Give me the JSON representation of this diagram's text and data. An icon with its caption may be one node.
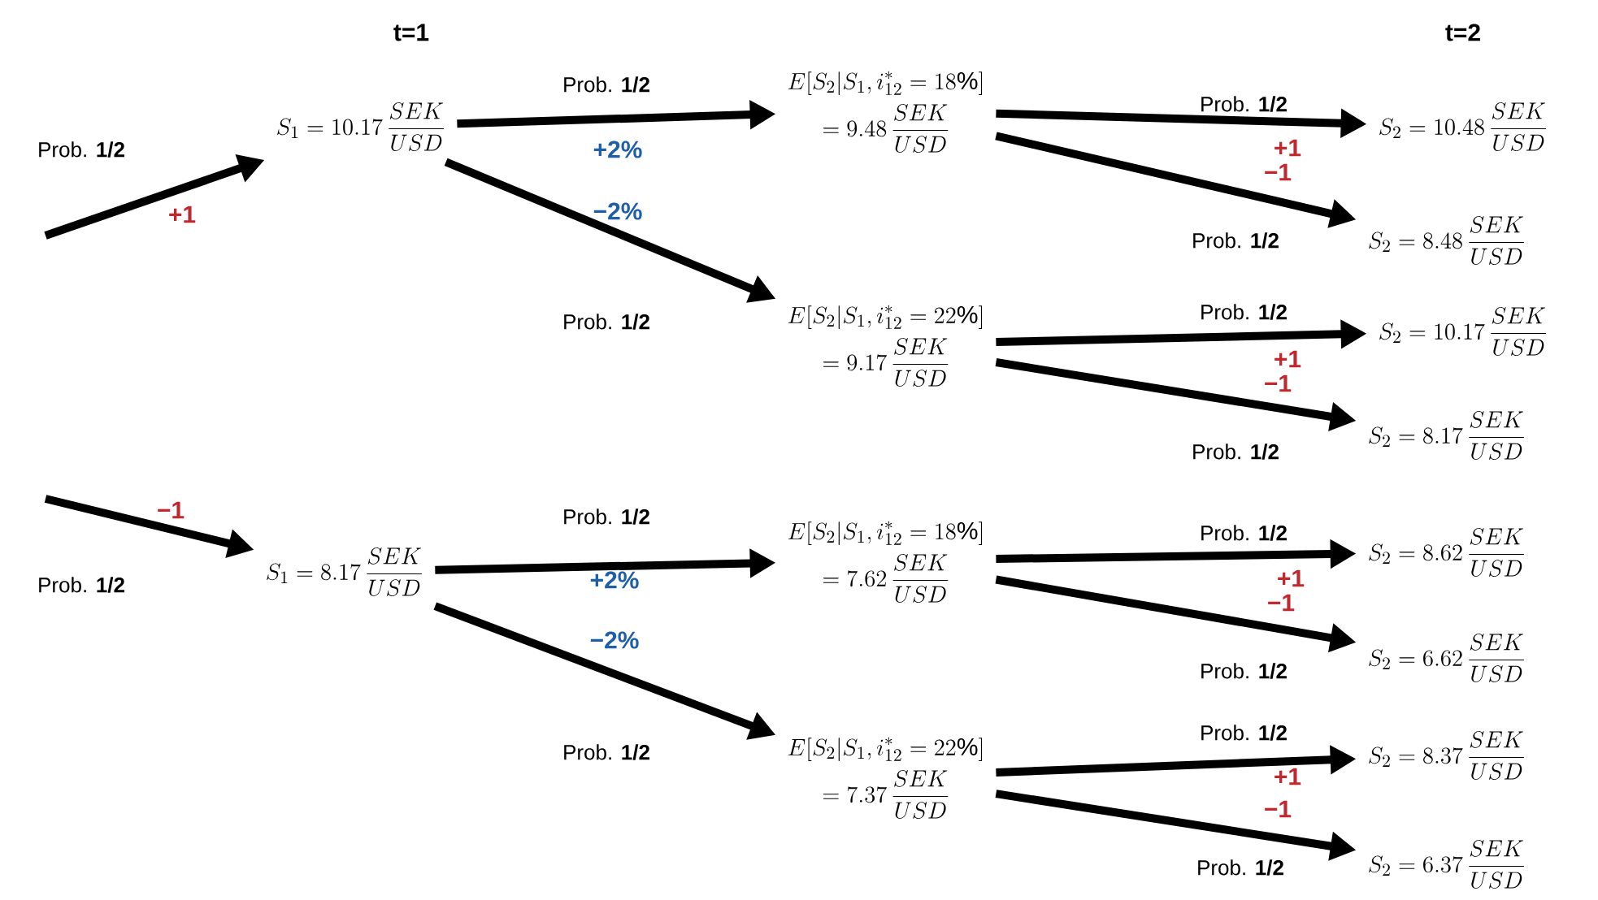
{
  "diagram": {
    "nodes": [
      {
        "text": [
          "S_1 = 10.17\\,\\frac{SEK}{USD}"
        ]
      },
      {
        "text": [
          "S_1 = 8.17\\,\\frac{SEK}{USD}"
        ]
      },
      {
        "text": [
          "\\begin{gathered}E[S_2|S_1,i^*_{12}=18\\%]\\\\ =9.48\\,\\frac{SEK}{USD}\\end{gathered}"
        ]
      },
      {
        "text": [
          "\\begin{gathered}E[S_2|S_1,i^*_{12}=22\\%]\\\\ =9.17\\,\\frac{SEK}{USD}\\end{gathered}"
        ]
      },
      {
        "text": [
          "\\begin{gathered}E[S_2|S_1,i^*_{12}=18\\%]\\\\ =7.62\\,\\frac{SEK}{USD}\\end{gathered}"
        ]
      },
      {
        "text": [
          "\\begin{gathered}E[S_2|S_1,i^*_{12}=22\\%]\\\\ =7.37\\,\\frac{SEK}{USD}\\end{gathered}"
        ]
      },
      {
        "text": [
          "S_2 = 10.48\\,\\frac{SEK}{USD}"
        ]
      },
      {
        "text": [
          "S_2 = 8.48\\,\\frac{SEK}{USD}"
        ]
      },
      {
        "text": [
          "S_2 = 10.17\\,\\frac{SEK}{USD}"
        ]
      },
      {
        "text": [
          "S_2 = 8.17\\,\\frac{SEK}{USD}"
        ]
      },
      {
        "text": [
          "S_2 = 8.62\\,\\frac{SEK}{USD}"
        ]
      },
      {
        "text": [
          "S_2 = 6.62\\,\\frac{SEK}{USD}"
        ]
      },
      {
        "text": [
          "S_2 = 8.37\\,\\frac{SEK}{USD}"
        ]
      },
      {
        "text": [
          "S_2 = 6.37\\,\\frac{SEK}{USD}"
        ]
      }
    ],
    "edges": [
      {
        "from": null,
        "to": 0,
        "arrow": "to",
        "label": "Prob. **1/2**"
      },
      {
        "from": null,
        "to": 1,
        "arrow": "to",
        "label": "Prob. **1/2**"
      },
      {
        "from": 0,
        "to": 2,
        "arrow": "to",
        "label": "Prob. **1/2**"
      },
      {
        "from": 0,
        "to": 3,
        "arrow": "to",
        "label": "Prob. **1/2**"
      },
      {
        "from": 1,
        "to": 4,
        "arrow": "to",
        "label": "Prob. **1/2**"
      },
      {
        "from": 1,
        "to": 5,
        "arrow": "to",
        "label": "Prob. **1/2**"
      },
      {
        "from": 2,
        "to": 6,
        "arrow": "to",
        "label": "Prob. **1/2**"
      },
      {
        "from": 2,
        "to": 7,
        "arrow": "to",
        "label": "Prob. **1/2**"
      },
      {
        "from": 3,
        "to": 8,
        "arrow": "to",
        "label": "Prob. **1/2**"
      },
      {
        "from": 3,
        "to": 9,
        "arrow": "to",
        "label": "Prob. **1/2**"
      },
      {
        "from": 4,
        "to": 10,
        "arrow": "to",
        "label": "Prob. **1/2**"
      },
      {
        "from": 4,
        "to": 11,
        "arrow": "to",
        "label": "Prob. **1/2**"
      },
      {
        "from": 5,
        "to": 12,
        "arrow": "to",
        "label": "Prob. **1/2**"
      },
      {
        "from": 5,
        "to": 13,
        "arrow": "to",
        "label": "Prob. **1/2**"
      }
    ],
    "labels": [
      "t=1",
      "t=2",
      "+1",
      "+2%",
      "−2%",
      "−1",
      "+2%",
      "−2%",
      "+1",
      "−1",
      "+1",
      "−1",
      "+1",
      "−1",
      "+1",
      "−1"
    ]
  }
}
